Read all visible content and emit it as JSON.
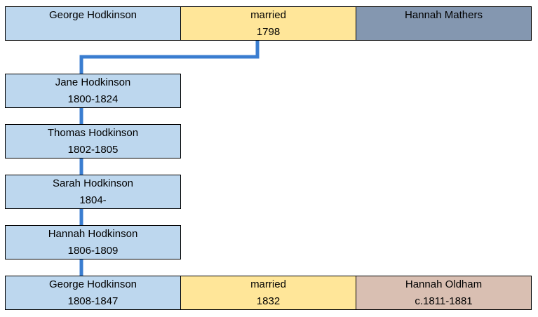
{
  "couple_top": {
    "husband": {
      "name": "George Hodkinson",
      "dates": ""
    },
    "marriage": {
      "label": "married",
      "year": "1798"
    },
    "wife": {
      "name": "Hannah Mathers",
      "dates": ""
    }
  },
  "children": [
    {
      "name": "Jane Hodkinson",
      "dates": "1800-1824"
    },
    {
      "name": "Thomas Hodkinson",
      "dates": "1802-1805"
    },
    {
      "name": "Sarah Hodkinson",
      "dates": "1804-"
    },
    {
      "name": "Hannah Hodkinson",
      "dates": "1806-1809"
    }
  ],
  "couple_bottom": {
    "husband": {
      "name": "George Hodkinson",
      "dates": "1808-1847"
    },
    "marriage": {
      "label": "married",
      "year": "1832"
    },
    "wife": {
      "name": "Hannah Oldham",
      "dates": "c.1811-1881"
    }
  },
  "colors": {
    "person": "#bdd7ee",
    "married": "#ffe699",
    "spouse_top": "#8497b0",
    "spouse_bottom": "#d9bfb2",
    "connector": "#3a7dd0"
  }
}
